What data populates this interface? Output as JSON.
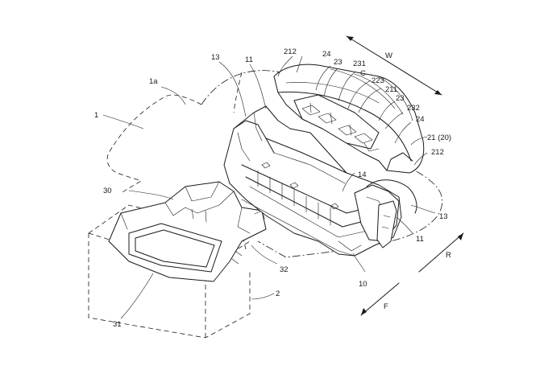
{
  "figure": {
    "labels": {
      "ref_1": "1",
      "ref_1a": "1a",
      "ref_2": "2",
      "ref_10": "10",
      "ref_11_left": "11",
      "ref_11_right": "11",
      "ref_13_left": "13",
      "ref_13_right": "13",
      "ref_14": "14",
      "ref_21": "21 (20)",
      "ref_212_top": "212",
      "ref_212_right": "212",
      "ref_24_top": "24",
      "ref_24_right": "24",
      "ref_23_a": "23",
      "ref_23_b": "23",
      "ref_231": "231",
      "ref_C": "C",
      "ref_223": "223",
      "ref_211": "211",
      "ref_232": "232",
      "ref_30": "30",
      "ref_31": "31",
      "ref_32": "32"
    },
    "directions": {
      "width": "W",
      "rear": "R",
      "front": "F"
    }
  }
}
